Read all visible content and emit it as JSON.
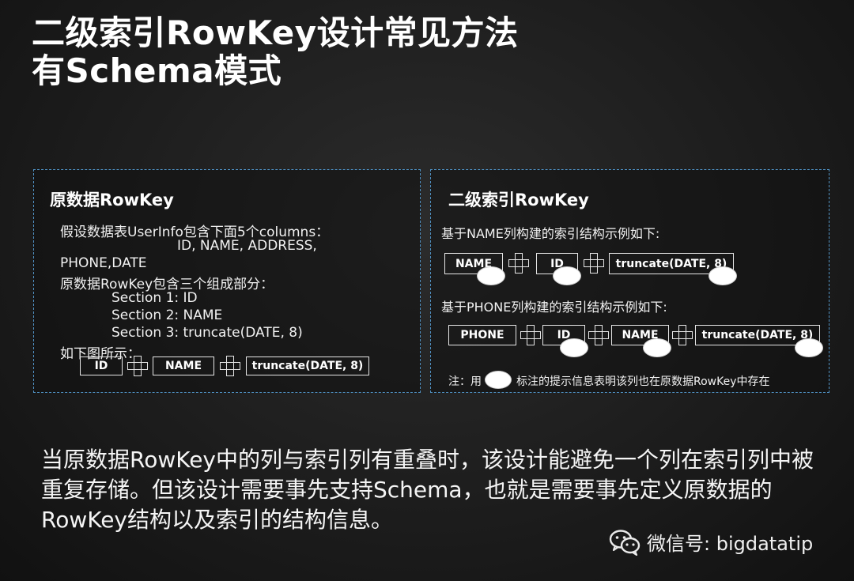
{
  "title": {
    "line1": "二级索引RowKey设计常见方法",
    "line2": "有Schema模式"
  },
  "left_panel": {
    "heading": "原数据RowKey",
    "lines": [
      "假设数据表UserInfo包含下面5个columns：",
      "ID, NAME, ADDRESS,",
      "PHONE,DATE",
      "原数据RowKey包含三个组成部分：",
      "Section 1: ID",
      "Section 2: NAME",
      "Section 3: truncate(DATE, 8)",
      "如下图所示："
    ],
    "boxes": [
      "ID",
      "NAME",
      "truncate(DATE, 8)"
    ]
  },
  "right_panel": {
    "heading": "二级索引RowKey",
    "example1_caption": "基于NAME列构建的索引结构示例如下:",
    "example1_boxes": [
      "NAME",
      "ID",
      "truncate(DATE, 8)"
    ],
    "example2_caption": "基于PHONE列构建的索引结构示例如下:",
    "example2_boxes": [
      "PHONE",
      "ID",
      "NAME",
      "truncate(DATE, 8)"
    ],
    "note_prefix": "注：用",
    "note_suffix": "标注的提示信息表明该列也在原数据RowKey中存在"
  },
  "bottom_text": "当原数据RowKey中的列与索引列有重叠时，该设计能避免一个列在索引列中被重复存储。但该设计需要事先支持Schema，也就是需要事先定义原数据的RowKey结构以及索引的结构信息。",
  "watermark": {
    "icon": "wechat-icon",
    "label": "微信号: bigdatatip"
  }
}
